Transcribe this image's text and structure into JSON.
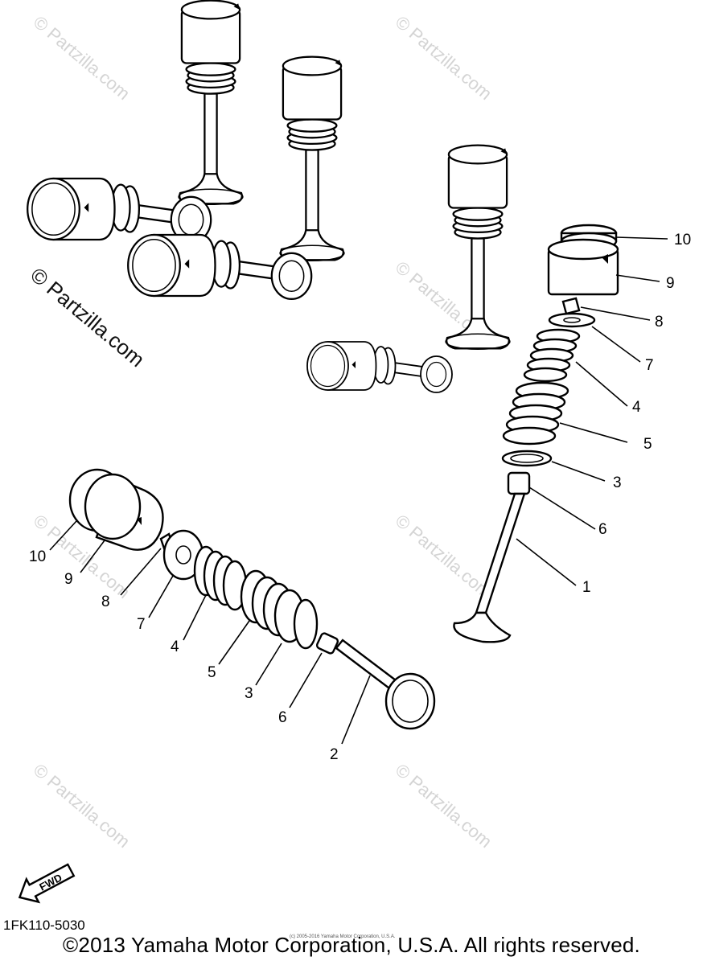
{
  "diagram": {
    "watermark": "© Partzilla.com",
    "watermark_large": "© Partzilla.com",
    "fwd_label": "FWD",
    "callouts_right": [
      "10",
      "9",
      "8",
      "7",
      "4",
      "5",
      "3",
      "6",
      "1"
    ],
    "callouts_left": [
      "10",
      "9",
      "8",
      "7",
      "4",
      "5",
      "3",
      "6",
      "2"
    ]
  },
  "footer": {
    "part_code": "1FK110-5030",
    "small_print": "(c) 2005-2016 Yamaha Motor Corporation, U.S.A.",
    "copyright": "©2013 Yamaha Motor Corporation, U.S.A. All rights reserved."
  }
}
